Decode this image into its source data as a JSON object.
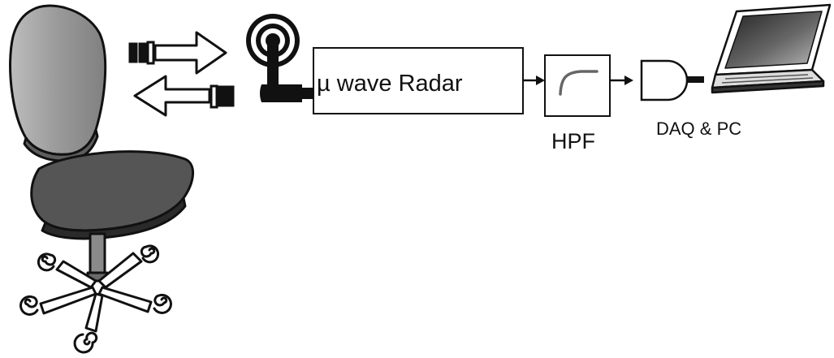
{
  "diagram": {
    "radar_label": "µ wave Radar",
    "hpf_label": "HPF",
    "daq_label": "DAQ & PC",
    "icons": {
      "chair": "office-chair-icon",
      "antenna": "antenna-icon",
      "signal_out": "wave-out-arrow-icon",
      "signal_in": "wave-in-arrow-icon",
      "filter_curve": "highpass-curve-icon",
      "daq": "daq-gate-icon",
      "laptop": "laptop-icon"
    },
    "colors": {
      "line": "#111111",
      "seat": "#555555",
      "backrest": "#9a9a9a",
      "screen": "#444444"
    }
  }
}
